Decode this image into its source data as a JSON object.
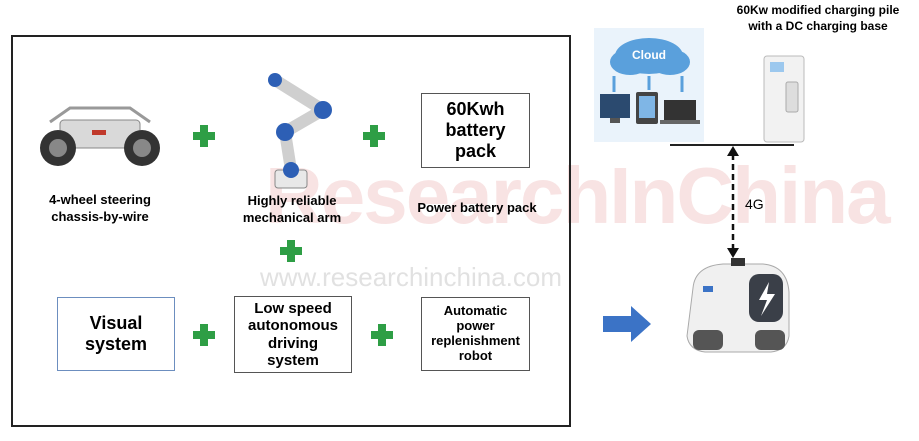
{
  "left_panel": {
    "chassis_label": "4-wheel steering\nchassis-by-wire",
    "arm_label": "Highly  reliable\nmechanical arm",
    "battery_box": "60Kwh\nbattery\npack",
    "battery_label": "Power battery pack",
    "visual_box": "Visual\nsystem",
    "driving_box": "Low speed\nautonomous\ndriving\nsystem",
    "robot_box": "Automatic\npower\nreplenishment\nrobot"
  },
  "right_panel": {
    "charging_pile_label": "60Kw modified charging pile\nwith a DC charging base",
    "cloud_label": "Cloud",
    "link_label": "4G"
  },
  "watermark": {
    "brand": "ResearchInChina",
    "url": "www.researchinchina.com"
  },
  "colors": {
    "plus": "#2e9e45",
    "arrow": "#3b73c6",
    "cloud": "#5aa0dc"
  }
}
